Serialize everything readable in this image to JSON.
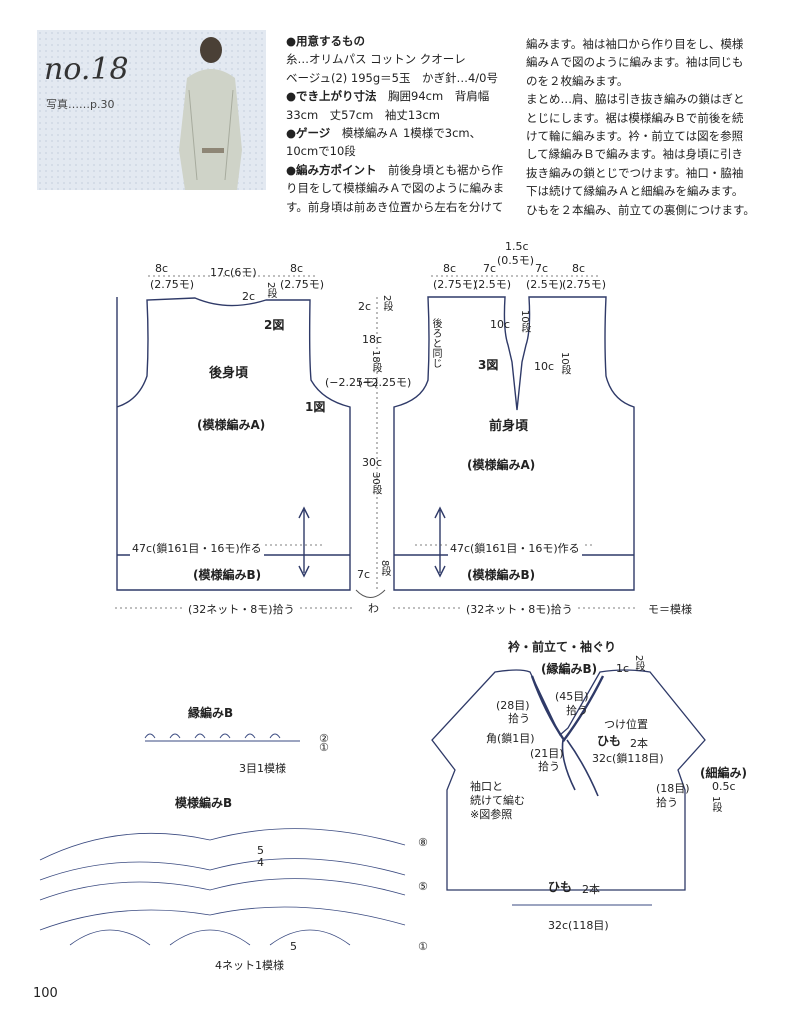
{
  "header": {
    "issue_no": "no.18",
    "photo_ref": "写真……p.30"
  },
  "info": {
    "materials_title": "●用意するもの",
    "yarn_line": "糸…オリムパス コットン クオーレ",
    "yarn_detail": "ベージュ(2) 195g＝5玉　かぎ針…4/0号",
    "size_title": "●でき上がり寸法",
    "size_value": "胸囲94cm　背肩幅",
    "size_value2": "33cm　丈57cm　袖丈13cm",
    "gauge_title": "●ゲージ",
    "gauge_value": "模様編みＡ 1模様で3cm、",
    "gauge_value2": "10cmで10段",
    "points_title": "●編み方ポイント",
    "points_value": "前後身頃とも裾から作",
    "points_line2": "り目をして模様編みＡで図のように編みま",
    "points_line3": "す。前身頃は前あき位置から左右を分けて",
    "col2_line1": "編みます。袖は袖口から作り目をし、模様",
    "col2_line2": "編みＡで図のように編みます。袖は同じも",
    "col2_line3": "のを２枚編みます。",
    "col2_line4": "まとめ…肩、脇は引き抜き編みの鎖はぎと",
    "col2_line5": "とじにします。裾は模様編みＢで前後を続",
    "col2_line6": "けて輪に編みます。衿・前立ては図を参照",
    "col2_line7": "して縁編みＢで編みます。袖は身頃に引き",
    "col2_line8": "抜き編みの鎖とじでつけます。袖口・脇袖",
    "col2_line9": "下は続けて縁編みＡと細編みを編みます。",
    "col2_line10": "ひもを２本編み、前立ての裏側につけます。"
  },
  "back": {
    "w_left": "8c",
    "w_left_st": "(2.75モ)",
    "w_mid": "17c(6モ)",
    "w_right": "8c",
    "w_right_st": "(2.75モ)",
    "neck_depth": "2c",
    "neck_rows": "2段",
    "fig2": "2図",
    "title": "後身頃",
    "pattern": "(模様編みA)",
    "fig1": "1図",
    "armhole_dec_left": "(−2.25モ)",
    "armhole_dec_right": "(−2.25モ)",
    "hem_cast": "47c(鎖161目・16モ)作る",
    "band": "(模様編みB)",
    "pickup": "(32ネット・8モ)拾う"
  },
  "center": {
    "c1": "2c",
    "c1_rows": "2段",
    "c2": "18c",
    "c2_rows": "18段",
    "c3": "30c",
    "c3_rows": "30段",
    "c4": "7c",
    "c4_rows": "8段",
    "wa": "わ",
    "same_as_back": "後ろと同じ",
    "legend": "モ＝模様"
  },
  "front": {
    "slit_w": "1.5c",
    "slit_st": "(0.5モ)",
    "w1": "8c",
    "w1_st": "(2.75モ)",
    "w2": "7c",
    "w2_st": "(2.5モ)",
    "w3": "7c",
    "w3_st": "(2.5モ)",
    "w4": "8c",
    "w4_st": "(2.75モ)",
    "neck_depth": "10c",
    "neck_rows": "10段",
    "slit_len": "10c",
    "slit_rows": "10段",
    "fig3": "3図",
    "title": "前身頃",
    "pattern": "(模様編みA)",
    "hem_cast": "47c(鎖161目・16モ)作る",
    "band": "(模様編みB)",
    "pickup": "(32ネット・8モ)拾う"
  },
  "collar": {
    "title": "衿・前立て・袖ぐり",
    "edge_b": "(縁編みB)",
    "c1": "1c",
    "c1_rows": "2段",
    "m45": "(45目)",
    "m45_pick": "拾う",
    "m28": "(28目)",
    "m28_pick": "拾う",
    "attach": "つけ位置",
    "corner": "角(鎖1目)",
    "tie": "ひも",
    "tie_count": "2本",
    "tie_len": "32c(鎖118目)",
    "m21": "(21目)",
    "m21_pick": "拾う",
    "m18": "(18目)",
    "m18_pick": "拾う",
    "sc_label": "(細編み)",
    "sc_width": "0.5c",
    "sc_rows": "1段",
    "cuff_note1": "袖口と",
    "cuff_note2": "続けて編む",
    "cuff_note3": "※図参照"
  },
  "edge_b_chart": {
    "title": "縁編みB",
    "repeat": "3目1模様",
    "row_labels": [
      "②",
      "①"
    ]
  },
  "pattern_b_chart": {
    "title": "模様編みB",
    "row_labels": [
      "⑧",
      "⑤",
      "①"
    ],
    "counts": [
      "5",
      "4",
      "5"
    ],
    "repeat": "4ネット1模様"
  },
  "tie_chart": {
    "title": "ひも",
    "count": "2本",
    "length": "32c(118目)"
  },
  "page_number": "100"
}
